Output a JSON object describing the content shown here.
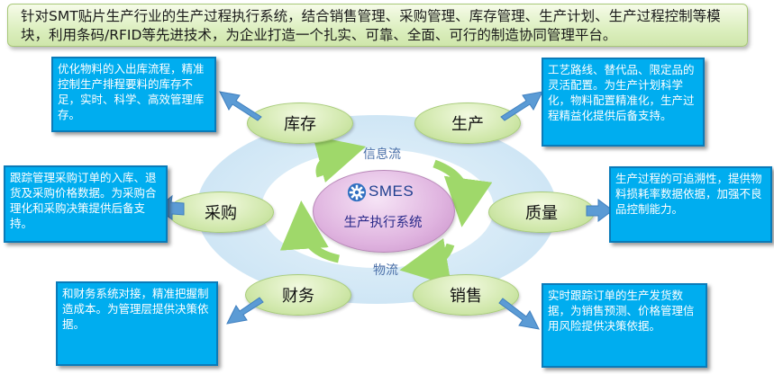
{
  "banner": {
    "text": "针对SMT贴片生产行业的生产过程执行系统，结合销售管理、采购管理、库存管理、生产计划、生产过程控制等模块，利用条码/RFID等先进技术，为企业打造一个扎实、可靠、全面、可行的制造协同管理平台。"
  },
  "center": {
    "brand": "SMES",
    "subtitle": "生产执行系统",
    "icon": "gear-icon"
  },
  "flows": {
    "info": "信息流",
    "material": "物流"
  },
  "modules": {
    "inventory": {
      "label": "库存",
      "description": "优化物料的入出库流程，精准控制生产排程要料的库存不足，实时、科学、高效管理库存。"
    },
    "production": {
      "label": "生产",
      "description": "工艺路线、替代品、限定品的灵活配置。为生产计划科学化，物料配置精准化，生产过程精益化提供后备支持。"
    },
    "purchasing": {
      "label": "采购",
      "description": "跟踪管理采购订单的入库、退货及采购价格数据。为采购合理化和采购决策提供后备支持。"
    },
    "quality": {
      "label": "质量",
      "description": "生产过程的可追溯性，提供物料损耗率数据依据，加强不良品控制能力。"
    },
    "finance": {
      "label": "财务",
      "description": "和财务系统对接，精准把握制造成本。为管理层提供决策依据。"
    },
    "sales": {
      "label": "销售",
      "description": "实时跟踪订单的生产发货数据，为销售预测、价格管理信用风险提供决策依据。"
    }
  },
  "colors": {
    "description_box": "#00adef",
    "node_fill": "#cfe7a9",
    "center_fill": "#dfb3df",
    "arrow": "#5b9bd5",
    "cycle_arrow": "#9fd86a"
  }
}
